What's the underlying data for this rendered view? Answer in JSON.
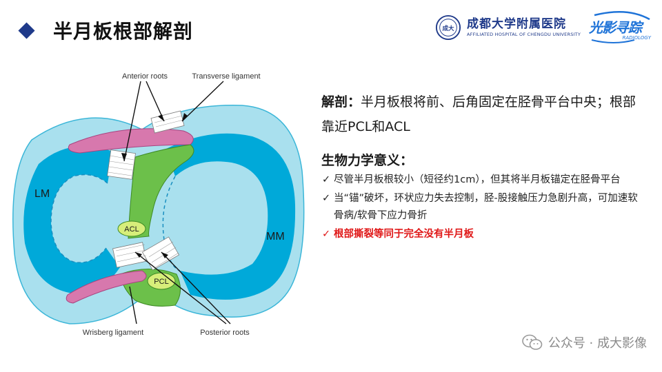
{
  "header": {
    "title": "半月板根部解剖",
    "hospital_cn": "成都大学附属医院",
    "hospital_en": "AFFILIATED HOSPITAL OF CHENGDU UNIVERSITY",
    "brand_cn": "光影寻踪",
    "brand_en": "RADIOLOGY",
    "seal_text": "成大"
  },
  "diagram": {
    "labels": {
      "anterior_roots": "Anterior roots",
      "transverse_ligament": "Transverse ligament",
      "lm": "LM",
      "mm": "MM",
      "acl": "ACL",
      "pcl": "PCL",
      "wrisberg": "Wrisberg ligament",
      "posterior_roots": "Posterior roots"
    }
  },
  "content": {
    "anatomy_label": "解剖：",
    "anatomy_text": "半月板根将前、后角固定在胫骨平台中央；根部靠近PCL和ACL",
    "biomech_title": "生物力学意义：",
    "check": "✓",
    "bullets": [
      "尽管半月板根较小（短径约1cm），但其将半月板锚定在胫骨平台",
      "当“锚”破坏，环状应力失去控制，胫-股接触压力急剧升高，可加速软骨病/软骨下应力骨折"
    ],
    "bullet_red": "根部撕裂等同于完全没有半月板"
  },
  "watermark": {
    "text": "公众号 · 成大影像"
  },
  "colors": {
    "title_diamond": "#1f3a8a",
    "meniscus": "#00a9d9",
    "plateau": "#a9e0ee",
    "ligament_green": "#6cc04a",
    "transverse_pink": "#d778ad",
    "highlight_red": "#e01818"
  }
}
